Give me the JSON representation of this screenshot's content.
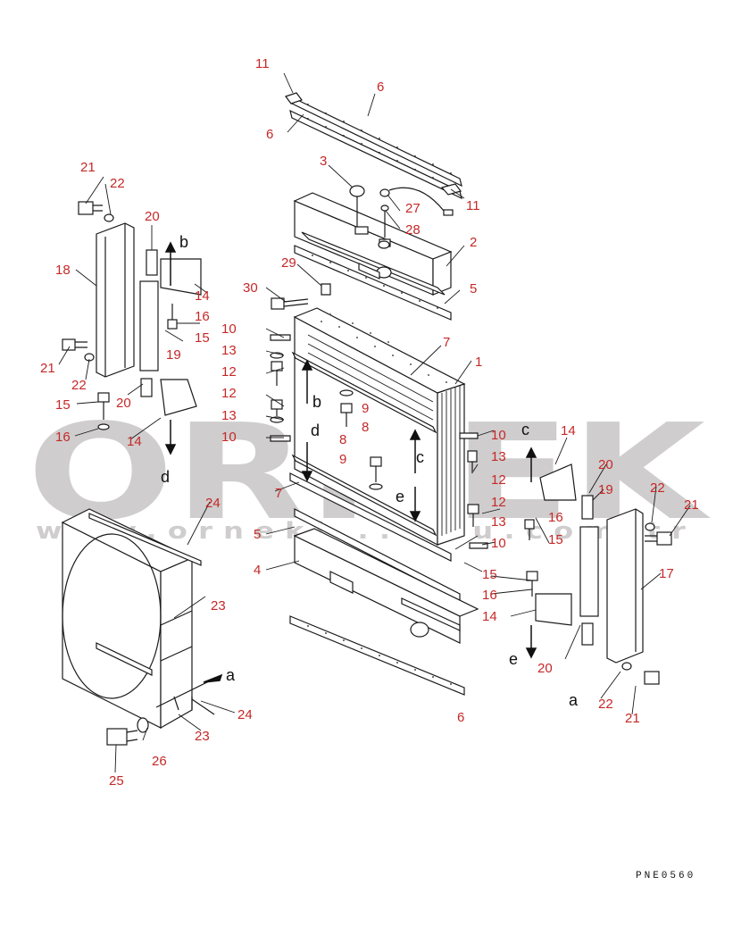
{
  "watermark": {
    "brand": "ORNEK",
    "site": "www.orneki.....cu.com.tr",
    "color": "#cfcdcd"
  },
  "drawing_code": "PNE0560",
  "colors": {
    "part_number": "#c62828",
    "line": "#1a1a1a",
    "letter": "#111111"
  },
  "part_numbers": {
    "p1": "1",
    "p2": "2",
    "p3": "3",
    "p4": "4",
    "p5a": "5",
    "p5b": "5",
    "p6a": "6",
    "p6b": "6",
    "p6c": "6",
    "p7a": "7",
    "p7b": "7",
    "p8a": "8",
    "p8b": "8",
    "p9a": "9",
    "p9b": "9",
    "p10a": "10",
    "p10b": "10",
    "p10c": "10",
    "p10d": "10",
    "p11a": "11",
    "p11b": "11",
    "p12a": "12",
    "p12b": "12",
    "p12c": "12",
    "p12d": "12",
    "p13a": "13",
    "p13b": "13",
    "p13c": "13",
    "p13d": "13",
    "p14a": "14",
    "p14b": "14",
    "p14c": "14",
    "p14d": "14",
    "p15a": "15",
    "p15b": "15",
    "p15c": "15",
    "p15d": "15",
    "p16a": "16",
    "p16b": "16",
    "p16c": "16",
    "p16d": "16",
    "p17": "17",
    "p18": "18",
    "p19a": "19",
    "p19b": "19",
    "p20a": "20",
    "p20b": "20",
    "p20c": "20",
    "p20d": "20",
    "p21a": "21",
    "p21b": "21",
    "p21c": "21",
    "p21d": "21",
    "p22a": "22",
    "p22b": "22",
    "p22c": "22",
    "p22d": "22",
    "p23a": "23",
    "p23b": "23",
    "p24a": "24",
    "p24b": "24",
    "p25": "25",
    "p26": "26",
    "p27": "27",
    "p28": "28",
    "p29": "29",
    "p30": "30"
  },
  "reference_letters": {
    "b1": "b",
    "b2": "b",
    "c1": "c",
    "c2": "c",
    "d1": "d",
    "d2": "d",
    "e1": "e",
    "e2": "e",
    "a1": "a",
    "a2": "a"
  }
}
